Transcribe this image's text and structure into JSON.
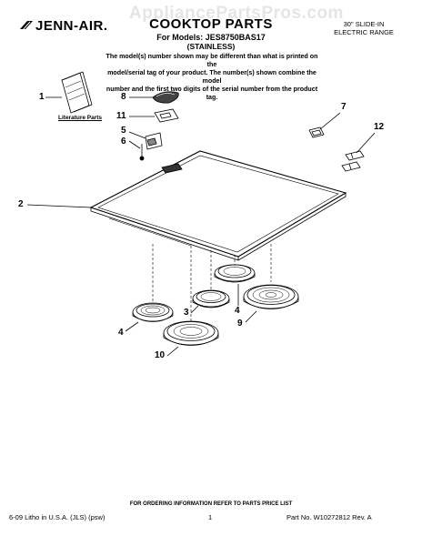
{
  "watermark": "AppliancePartsPros.com",
  "header": {
    "brand": "JENN-AIR.",
    "title": "COOKTOP PARTS",
    "models": "For Models: JES8750BAS17",
    "variant": "(STAINLESS)",
    "range_type_line1": "30\" SLIDE-IN",
    "range_type_line2": "ELECTRIC RANGE"
  },
  "note": {
    "line1": "The model(s) number shown may be different than what is printed on the",
    "line2": "model/serial tag of your product. The number(s) shown combine the model",
    "line3": "number and the first two digits of the serial number from the product tag."
  },
  "callouts": {
    "n1": "1",
    "n2": "2",
    "n3": "3",
    "n4a": "4",
    "n4b": "4",
    "n5": "5",
    "n6": "6",
    "n7": "7",
    "n8": "8",
    "n9": "9",
    "n10": "10",
    "n11": "11",
    "n12": "12"
  },
  "literature_label": "Literature Parts",
  "footer": {
    "ordering": "FOR ORDERING INFORMATION REFER TO PARTS PRICE LIST",
    "litho": "6-09 Litho in U.S.A. (JLS) (psw)",
    "page": "1",
    "part_no": "Part No. W10272812 Rev. A"
  }
}
